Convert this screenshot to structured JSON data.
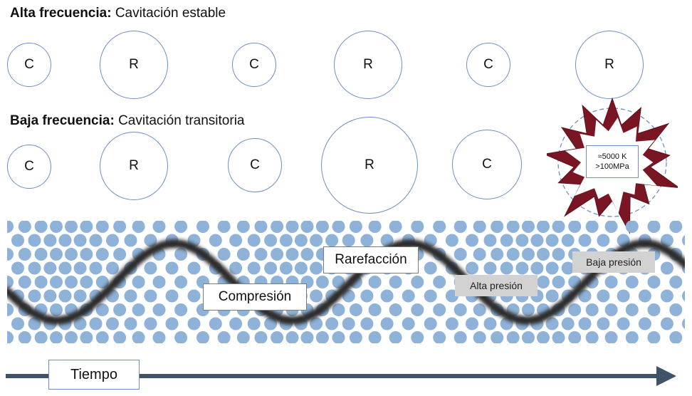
{
  "high_frequency": {
    "title_bold": "Alta frecuencia:",
    "title_rest": " Cavitación estable",
    "bubbles": [
      "C",
      "R",
      "C",
      "R",
      "C",
      "R"
    ]
  },
  "low_frequency": {
    "title_bold": "Baja frecuencia:",
    "title_rest": " Cavitación transitoria",
    "bubbles": [
      "C",
      "R",
      "C",
      "R",
      "C"
    ]
  },
  "collapse": {
    "temperature": "≈5000 K",
    "pressure": ">100MPa"
  },
  "wave": {
    "compression_label": "Compresión",
    "rarefaction_label": "Rarefacción",
    "high_pressure_label": "Alta presión",
    "low_pressure_label": "Baja presión"
  },
  "time_label": "Tiempo",
  "colors": {
    "bubble_border": "#6f8fc3",
    "particle": "#8fb2d8",
    "wave": "#2b2b2b",
    "burst_fill": "#7a1624",
    "arrow": "#3f5267"
  }
}
